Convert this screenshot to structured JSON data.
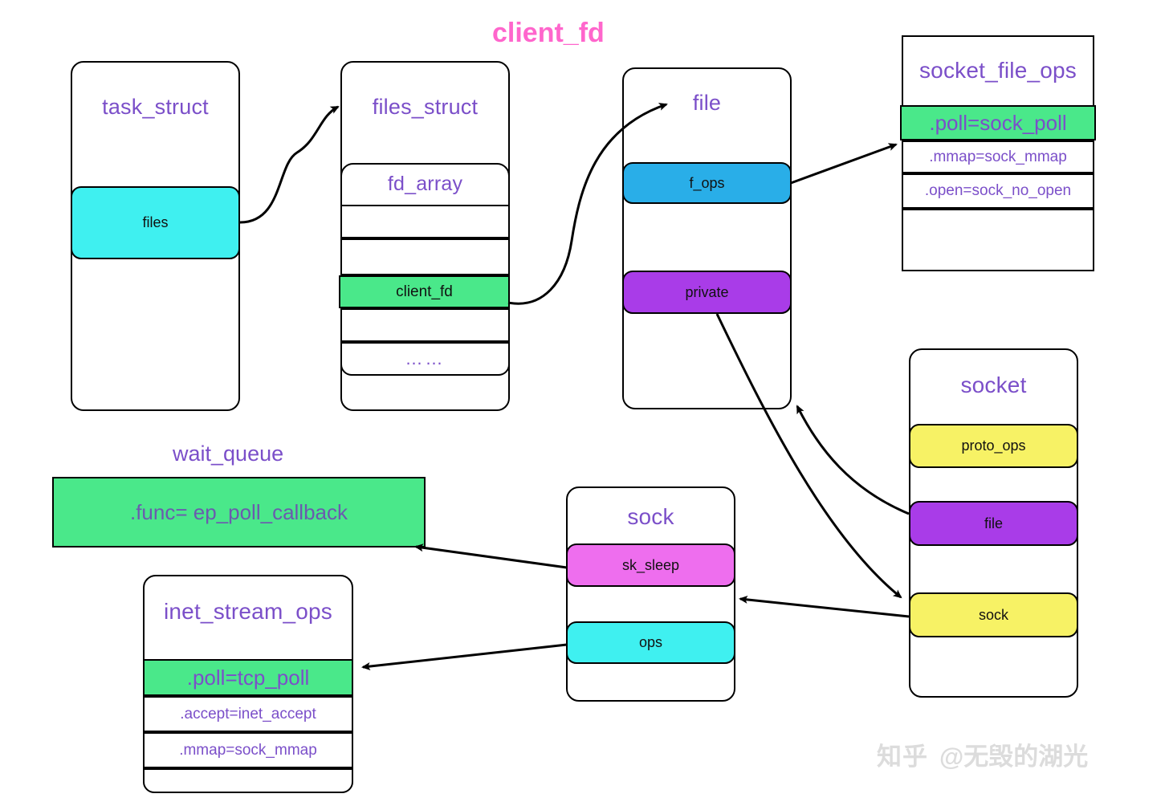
{
  "page": {
    "title": "client_fd",
    "title_color": "#FF66CC",
    "background": "#ffffff",
    "accent_purple": "#7B4FC9",
    "highlight_green": "#4AE88A"
  },
  "watermark": {
    "logo": "知乎",
    "handle": "@无毁的湖光"
  },
  "labels": {
    "wait_queue": "wait_queue"
  },
  "nodes": {
    "task_struct": {
      "title": "task_struct",
      "fields": [
        {
          "label": "files",
          "color": "#3FF0F0"
        }
      ]
    },
    "files_struct": {
      "title": "files_struct",
      "fd_array": {
        "title": "fd_array",
        "rows": [
          {
            "label": "",
            "color": "#ffffff"
          },
          {
            "label": "",
            "color": "#ffffff"
          },
          {
            "label": "client_fd",
            "color": "#4AE88A"
          },
          {
            "label": "",
            "color": "#ffffff"
          },
          {
            "label": "……",
            "color": "#ffffff"
          }
        ]
      }
    },
    "file": {
      "title": "file",
      "fields": [
        {
          "label": "f_ops",
          "color": "#29AEE8"
        },
        {
          "label": "private",
          "color": "#A93CE8"
        }
      ]
    },
    "socket_file_ops": {
      "title": "socket_file_ops",
      "rows": [
        {
          "label": ".poll=sock_poll",
          "color": "#4AE88A",
          "size": 26
        },
        {
          "label": ".mmap=sock_mmap",
          "color": "#ffffff",
          "size": 19
        },
        {
          "label": ".open=sock_no_open",
          "color": "#ffffff",
          "size": 19
        },
        {
          "label": "",
          "color": "#ffffff",
          "size": 19
        }
      ]
    },
    "socket": {
      "title": "socket",
      "fields": [
        {
          "label": "proto_ops",
          "color": "#F7F265"
        },
        {
          "label": "file",
          "color": "#A93CE8"
        },
        {
          "label": "sock",
          "color": "#F7F265"
        }
      ]
    },
    "sock": {
      "title": "sock",
      "fields": [
        {
          "label": "sk_sleep",
          "color": "#EE6EEE"
        },
        {
          "label": "ops",
          "color": "#3FF0F0"
        }
      ]
    },
    "inet_stream_ops": {
      "title": "inet_stream_ops",
      "rows": [
        {
          "label": ".poll=tcp_poll",
          "color": "#4AE88A",
          "size": 26
        },
        {
          "label": ".accept=inet_accept",
          "color": "#ffffff",
          "size": 19
        },
        {
          "label": ".mmap=sock_mmap",
          "color": "#ffffff",
          "size": 19
        },
        {
          "label": "",
          "color": "#ffffff",
          "size": 19
        }
      ]
    },
    "wait_queue": {
      "label": ".func= ep_poll_callback",
      "color": "#4AE88A"
    }
  },
  "edges": [
    {
      "from": "task_struct.files",
      "to": "files_struct"
    },
    {
      "from": "files_struct.client_fd",
      "to": "file"
    },
    {
      "from": "file.f_ops",
      "to": "socket_file_ops.poll"
    },
    {
      "from": "file.private",
      "to": "socket.sock"
    },
    {
      "from": "socket.file",
      "to": "file"
    },
    {
      "from": "socket.sock",
      "to": "sock"
    },
    {
      "from": "sock.sk_sleep",
      "to": "wait_queue"
    },
    {
      "from": "sock.ops",
      "to": "inet_stream_ops.poll"
    }
  ]
}
